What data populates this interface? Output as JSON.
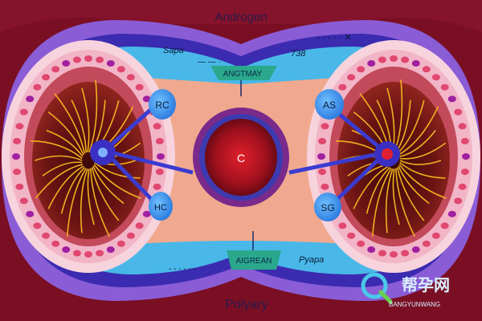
{
  "labels": {
    "top_title": "Androgen",
    "bottom_title": "Polyary",
    "top_banner": "ANGTMAY",
    "bottom_banner": "AIGREAN",
    "top_left_script": "Sapa",
    "top_right_script": "738",
    "bottom_right_script": "Pyapa",
    "center_core": "C",
    "node_top_left": "RC",
    "node_bottom_left": "HC",
    "node_top_right": "AS",
    "node_bottom_right": "SG"
  },
  "watermark": {
    "text": "帮孕网",
    "subtext": "BANGYUNWANG"
  },
  "colors": {
    "background": "#7a0f24",
    "outer_ring": "#8a5cd6",
    "inner_ring": "#3b2bb0",
    "channel": "#49b8e8",
    "center_field": "#f0a98f",
    "core": "#a0101e",
    "node": "#2f8df0",
    "tissue_outer": "#f2b5c8",
    "tissue_inner": "#6b1413",
    "vein": "#f0b020"
  }
}
